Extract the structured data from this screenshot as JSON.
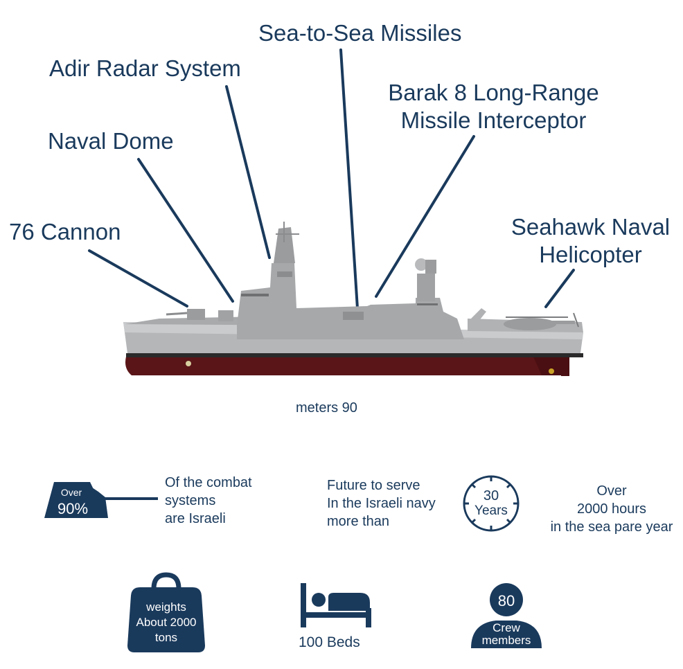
{
  "labels": {
    "sea_missiles": "Sea-to-Sea Missiles",
    "adir_radar": "Adir Radar System",
    "barak_line1": "Barak 8 Long-Range",
    "barak_line2": "Missile Interceptor",
    "naval_dome": "Naval Dome",
    "cannon": "76 Cannon",
    "seahawk_line1": "Seahawk Naval",
    "seahawk_line2": "Helicopter"
  },
  "length_label": "meters 90",
  "stats": {
    "israeli_systems": {
      "badge_top": "Over",
      "badge_value": "90%",
      "line1": "Of the combat",
      "line2": "systems",
      "line3": "are Israeli"
    },
    "service": {
      "line1": "Future to serve",
      "line2": "In the Israeli navy",
      "line3": "more than",
      "clock_value": "30",
      "clock_unit": "Years"
    },
    "hours": {
      "line1": "Over",
      "line2": "2000 hours",
      "line3": "in the sea pare year"
    },
    "weight": {
      "line1": "weights",
      "line2": "About 2000",
      "line3": "tons"
    },
    "beds": {
      "label": "100 Beds"
    },
    "crew": {
      "value": "80",
      "line1": "Crew",
      "line2": "members"
    }
  },
  "colors": {
    "navy": "#1a3a5c",
    "hull_grey": "#b4b6b8",
    "hull_red": "#5a1518"
  }
}
